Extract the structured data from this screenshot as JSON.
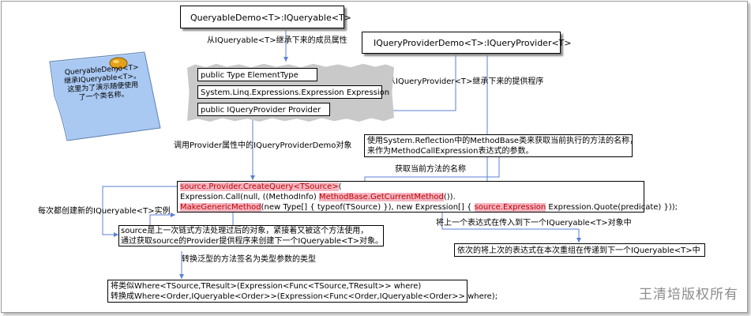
{
  "queryable_box": "QueryableDemo<T>:IQueryable<T>",
  "provider_box": "IQueryProviderDemo<T>:IQueryProvider<T>",
  "label_inherit_members": "从IQueryable<T>继承下来的成员属性",
  "label_inherit_provider": "从IQueryProvider<T>继承下来的提供程序",
  "props": [
    "public Type ElementType",
    "System.Linq.Expressions.Expression Expression",
    "public IQueryProvider Provider"
  ],
  "note": {
    "lines": [
      "QueryableDemo<T>",
      "继承IQueryable<T>。",
      "这里为了演示随便使用",
      "了一个类名称。"
    ]
  },
  "label_call_provider": "调用Provider属性中的IQueryProviderDemo对象",
  "reflection_box": {
    "line1": "使用System.Reflection中的MethodBase类来获取当前执行的方法的名称，",
    "line2": "来作为MethodCallExpression表达式的参数。"
  },
  "label_get_method": "获取当前方法的名称",
  "code": {
    "l1_red": "source.Provider.CreateQuery<TSource>",
    "l1_tail": "(",
    "l2_a": "Expression.Call(null, ((MethodInfo) ",
    "l2_hl": "MethodBase.GetCurrentMethod",
    "l2_b": "()).",
    "l3_hl1": "MakeGenericMethod",
    "l3_a": "(new Type[] { typeof(TSource) }), new Expression[] { ",
    "l3_hl2": "source.Expression",
    "l3_b": " Expression.Quote(predicate) }));"
  },
  "label_new_instance": "每次都创建新的IQueryable<T>实例",
  "source_box": {
    "line1": "source是上一次链式方法处理过后的对象，紧接着又被这个方法使用，",
    "line2": "通过获取source的Provider提供程序来创建下一个IQueryable<T>对象。"
  },
  "label_pass_expression": "将上一个表达式在传入到下一个IQueryable<T>对象中",
  "reassemble_box": "依次的将上次的表达式在本次重组在传递到下一个IQueryable<T>中",
  "label_convert_generic": "转换泛型的方法签名为类型参数的类型",
  "where_box": {
    "line1": "将类似Where<TSource,TResult>(Expression<Func<TSource,TResult>> where)",
    "line2": "转换成Where<Order,IQueryable<Order>>(Expression<Func<Order,IQueryable<Order>> where);"
  },
  "watermark": "王清培版权所有",
  "colors": {
    "connector": "#5b7fd6",
    "highlight_bg": "#f4b6c2",
    "highlight_text": "#c00000",
    "note_fill": "#a9c8f2"
  }
}
